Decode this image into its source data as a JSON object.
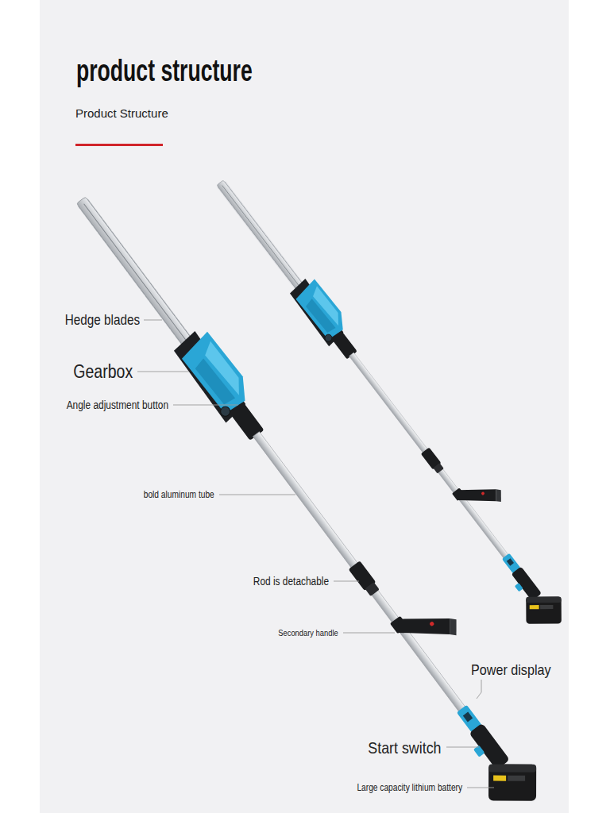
{
  "diagram": {
    "title": "product structure",
    "labels": [
      "Product Structure",
      "Hedge blades",
      "Gearbox",
      "Angle adjustment button",
      "bold aluminum tube",
      "Rod is detachable",
      "Secondary handle",
      "Power display",
      "Start switch",
      "Large capacity lithium battery"
    ]
  }
}
